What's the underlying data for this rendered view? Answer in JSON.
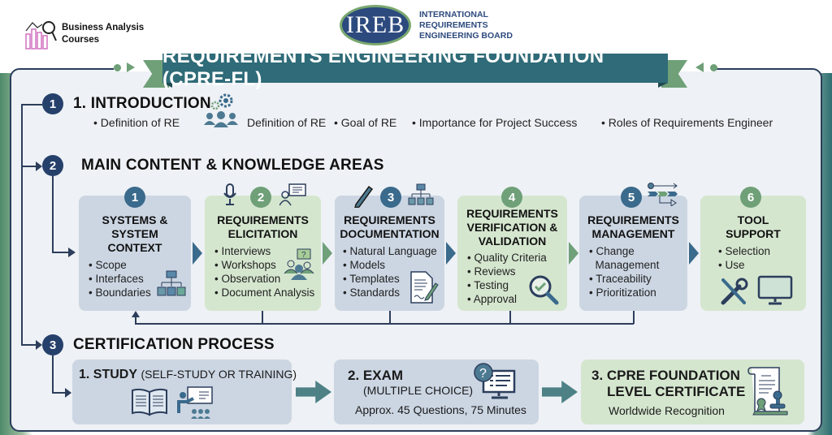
{
  "header": {
    "left_logo": {
      "line1": "Business Analysis",
      "line2": "Courses",
      "icon": "chart-magnifier-icon"
    },
    "ireb_logo": {
      "mark": "IREB",
      "registered": "®",
      "line1": "INTERNATIONAL",
      "line2": "REQUIREMENTS",
      "line3": "ENGINEERING BOARD"
    },
    "banner_title": "REQUIREMENTS ENGINEERING FOUNDATION (CPRE-FL)"
  },
  "colors": {
    "navy": "#25406b",
    "teal": "#2f6b78",
    "green": "#6fa078",
    "card_blue": "#ccd6e3",
    "card_green": "#d5e6cf",
    "frame_bg": "#eef1f5"
  },
  "section1": {
    "number": "1",
    "title": "1. INTRODUCTION",
    "icon": "team-gears-icon",
    "items": [
      "• Definition of RE",
      "Definition of RE",
      "• Goal of RE",
      "• Importance for Project Success",
      "• Roles of Requirements Engineer"
    ]
  },
  "section2": {
    "number": "2",
    "title": "MAIN CONTENT & KNOWLEDGE AREAS",
    "areas": [
      {
        "number": "1",
        "title1": "SYSTEMS &",
        "title2": "SYSTEM CONTEXT",
        "items": [
          "Scope",
          "Interfaces",
          "Boundaries"
        ],
        "icon": "hierarchy-icon"
      },
      {
        "number": "2",
        "title1": "REQUIREMENTS",
        "title2": "ELICITATION",
        "items": [
          "Interviews",
          "Workshops",
          "Observation",
          "Document Analysis"
        ],
        "icon": "group-question-icon",
        "top_icons": [
          "microphone-icon",
          "presenter-speech-icon"
        ]
      },
      {
        "number": "3",
        "title1": "REQUIREMENTS",
        "title2": "DOCUMENTATION",
        "items": [
          "Natural Language",
          "Models",
          "Templates",
          "Standards"
        ],
        "icon": "document-pen-icon",
        "top_icons": [
          "pen-icon",
          "hierarchy-icon"
        ]
      },
      {
        "number": "4",
        "title1": "REQUIREMENTS",
        "title2": "VERIFICATION &",
        "title3": "VALIDATION",
        "items": [
          "Quality Criteria",
          "Reviews",
          "Testing",
          "Approval"
        ],
        "icon": "magnifier-check-icon"
      },
      {
        "number": "5",
        "title1": "REQUIREMENTS",
        "title2": "MANAGEMENT",
        "items": [
          "Change",
          "Management",
          "Traceability",
          "Prioritization"
        ],
        "icon": "workflow-icon"
      },
      {
        "number": "6",
        "title1": "TOOL",
        "title2": "SUPPORT",
        "items": [
          "Selection",
          "Use"
        ],
        "icon": "tools-monitor-icon"
      }
    ]
  },
  "section3": {
    "number": "3",
    "title": "CERTIFICATION PROCESS",
    "steps": [
      {
        "title": "1. STUDY",
        "subtitle": "(SELF-STUDY OR TRAINING)",
        "icons": [
          "open-book-icon",
          "teacher-class-icon"
        ]
      },
      {
        "title": "2. EXAM",
        "subtitle": "(MULTIPLE CHOICE)",
        "detail": "Approx. 45 Questions, 75 Minutes",
        "icon": "monitor-question-icon"
      },
      {
        "title1": "3. CPRE FOUNDATION",
        "title2": "LEVEL CERTIFICATE",
        "detail": "Worldwide Recognition",
        "icon": "certificate-stamp-icon"
      }
    ]
  }
}
